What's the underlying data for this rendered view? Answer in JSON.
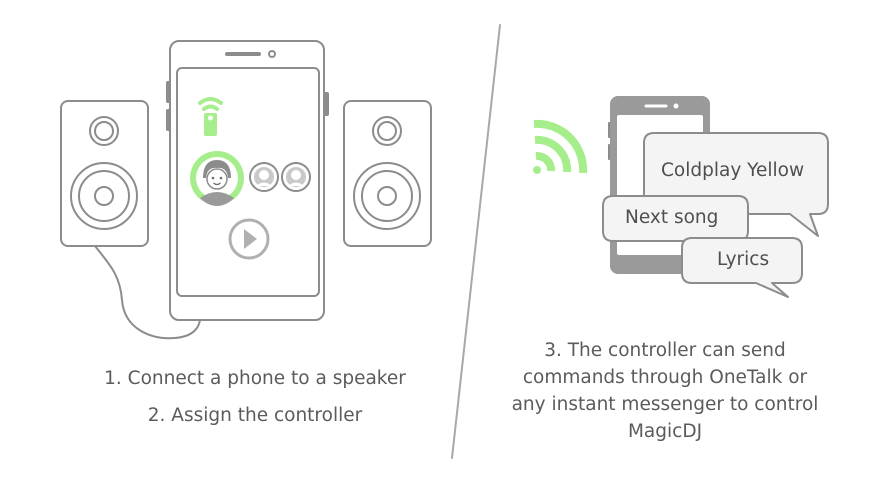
{
  "colors": {
    "stroke": "#8c8c8c",
    "accent_green": "#a6ee8c",
    "dark_gray": "#9a9a9a",
    "bubble_fill": "#f4f4f4",
    "text": "#5b5b5b"
  },
  "icons": {
    "wifi": "wifi-signal-icon",
    "remote": "remote-control-icon",
    "play": "play-icon",
    "avatar": "user-avatar-icon"
  },
  "left_steps": {
    "step1": "1. Connect a phone to a speaker",
    "step2": "2. Assign the controller"
  },
  "right_step": {
    "lines": [
      "3. The controller can send",
      "commands through OneTalk or",
      "any instant messenger to control",
      "MagicDJ"
    ]
  },
  "bubbles": {
    "song": "Coldplay Yellow",
    "next": "Next song",
    "lyrics": "Lyrics"
  }
}
